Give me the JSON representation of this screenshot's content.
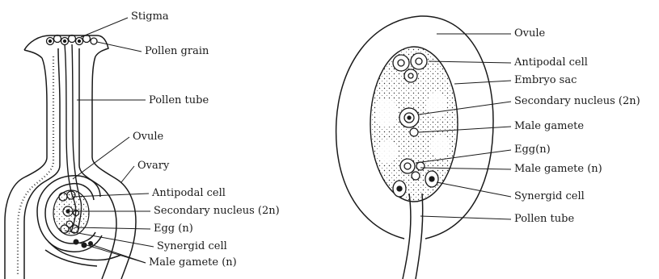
{
  "left_diagram": {
    "labels": {
      "stigma": "Stigma",
      "pollen_grain": "Pollen grain",
      "pollen_tube": "Pollen tube",
      "ovule": "Ovule",
      "ovary": "Ovary",
      "antipodal_cell": "Antipodal cell",
      "secondary_nucleus": "Secondary nucleus (2n)",
      "egg": "Egg (n)",
      "synergid_cell": "Synergid cell",
      "male_gamete": "Male gamete (n)"
    }
  },
  "right_diagram": {
    "labels": {
      "ovule": "Ovule",
      "antipodal_cell": "Antipodal cell",
      "embryo_sac": "Embryo sac",
      "secondary_nucleus": "Secondary nucleus (2n)",
      "male_gamete_1": "Male gamete",
      "egg": "Egg(n)",
      "male_gamete_2": "Male gamete (n)",
      "synergid_cell": "Synergid cell",
      "pollen_tube": "Pollen tube"
    }
  }
}
